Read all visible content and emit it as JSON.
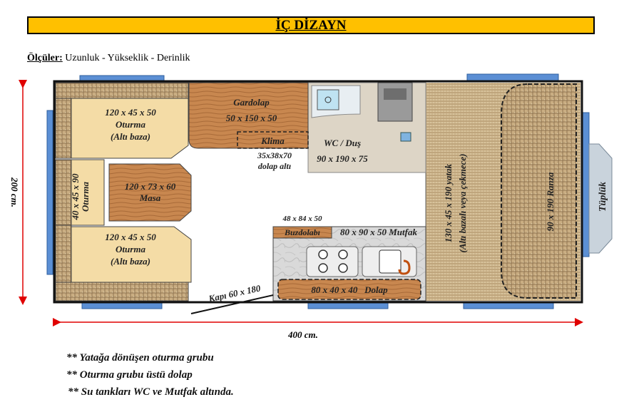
{
  "title": "İÇ DİZAYN",
  "dimensions": {
    "label": "Ölçüler:",
    "text": "Uzunluk - Yükseklik - Derinlik"
  },
  "overall": {
    "height": "200 cm.",
    "length": "400 cm."
  },
  "rooms": {
    "seat_top": {
      "size": "120 x 45 x 50",
      "name": "Oturma",
      "sub": "(Altı baza)"
    },
    "seat_side": {
      "size": "40 x 45 x 90",
      "name": "Oturma"
    },
    "table": {
      "size": "120 x 73 x 60",
      "name": "Masa"
    },
    "seat_bottom": {
      "size": "120 x 45 x 50",
      "name": "Oturma",
      "sub": "(Altı baza)"
    },
    "wardrobe": {
      "name": "Gardolap",
      "size": "50 x 150 x 50"
    },
    "ac": {
      "name": "Klima",
      "size": "35x38x70",
      "sub": "dolap altı"
    },
    "wc": {
      "name": "WC / Duş",
      "size": "90 x 190 x 75"
    },
    "bed": {
      "size": "130 x 45 x 190 yatak",
      "sub": "(Altı bazalı veya çekmece)"
    },
    "bunk": {
      "label": "90 x 190 Ranza"
    },
    "fridge": {
      "size": "48 x 84 x 50",
      "name": "Buzdolabı"
    },
    "kitchen": {
      "label": "80 x 90 x 50 Mutfak"
    },
    "cabinet": {
      "label": "80 x 40 x 40   Dolap"
    },
    "door": {
      "label": "Kapı 60 x 180"
    },
    "tube": {
      "label": "Tüplük"
    }
  },
  "notes": [
    "** Yatağa dönüşen oturma grubu",
    "** Oturma grubu üstü dolap",
    "** Su tankları WC ve Mutfak altında."
  ],
  "colors": {
    "title_bg": "#ffc000",
    "window": "#5b8fd4",
    "arrow": "#e00000",
    "wood": "#c88a55",
    "rattan": "#bfa27a"
  }
}
